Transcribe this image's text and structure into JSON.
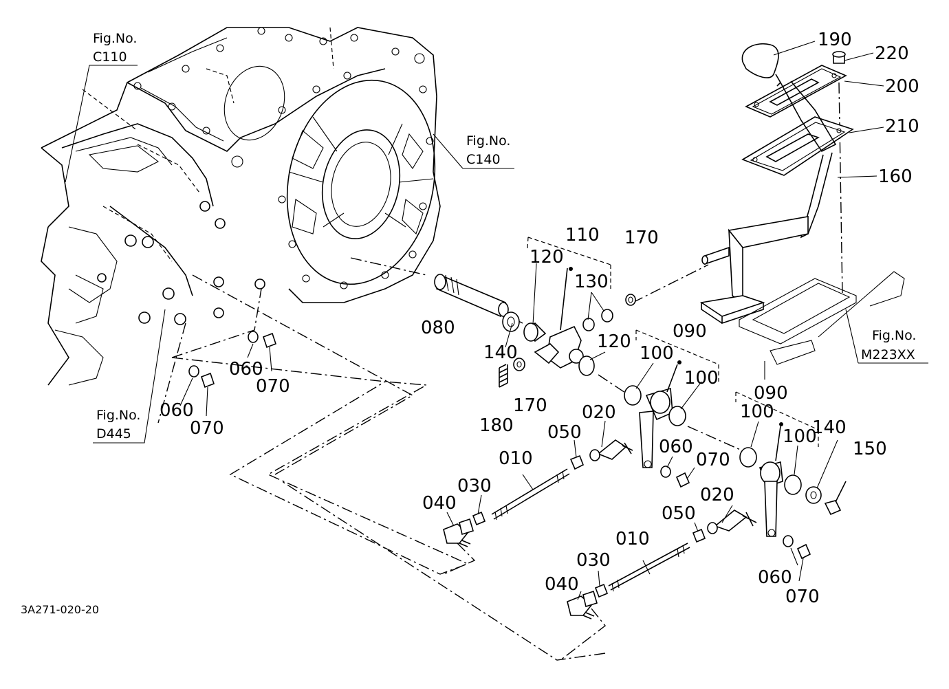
{
  "diagram": {
    "drawing_number": "3A271-020-20",
    "figure_refs": [
      {
        "id": "c110",
        "line1": "Fig.No.",
        "line2": "C110"
      },
      {
        "id": "c140",
        "line1": "Fig.No.",
        "line2": "C140"
      },
      {
        "id": "d445",
        "line1": "Fig.No.",
        "line2": "D445"
      },
      {
        "id": "m223xx",
        "line1": "Fig.No.",
        "line2": "M223XX"
      }
    ],
    "callouts": [
      "190",
      "220",
      "200",
      "210",
      "160",
      "170",
      "110",
      "120",
      "130",
      "080",
      "140",
      "180",
      "170",
      "120",
      "090",
      "100",
      "100",
      "060",
      "070",
      "060",
      "070",
      "020",
      "050",
      "010",
      "030",
      "040",
      "060",
      "070",
      "090",
      "100",
      "100",
      "140",
      "150",
      "020",
      "050",
      "010",
      "030",
      "040",
      "060",
      "070"
    ]
  }
}
